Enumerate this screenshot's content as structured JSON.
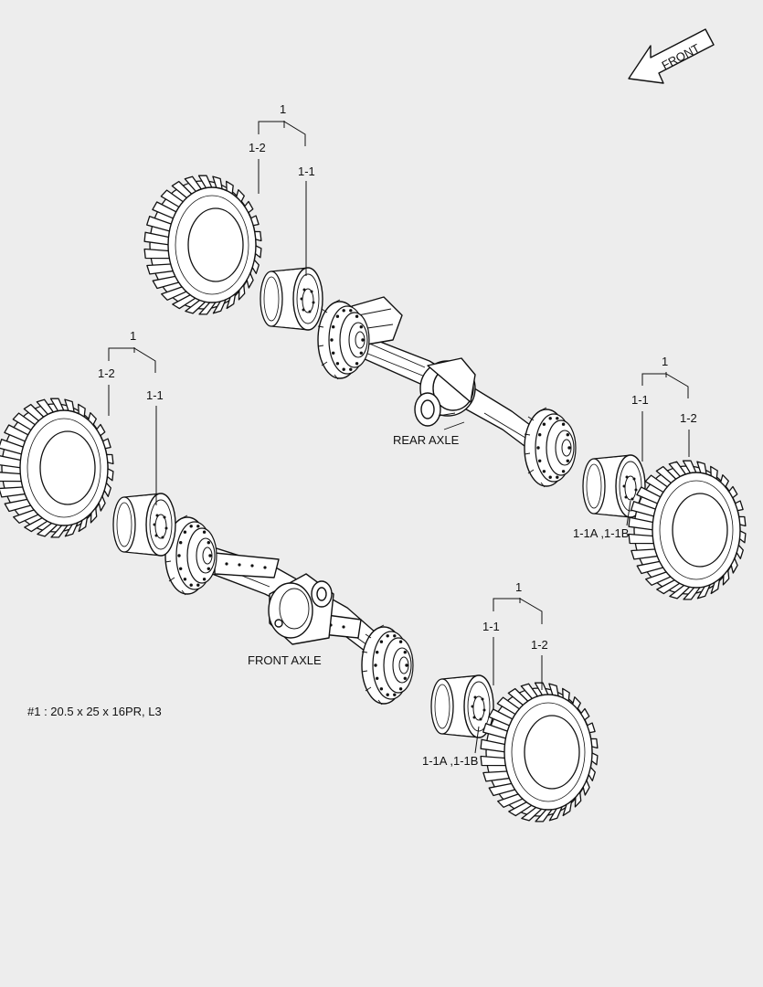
{
  "direction_indicator": {
    "text": "FRONT"
  },
  "assemblies": {
    "rear_axle": {
      "label": "REAR AXLE"
    },
    "front_axle": {
      "label": "FRONT AXLE"
    }
  },
  "callouts": {
    "rear_left": {
      "group": "1",
      "tire": "1-2",
      "rim": "1-1"
    },
    "rear_right": {
      "group": "1",
      "rim": "1-1",
      "tire": "1-2",
      "rim_parts": "1-1A ,1-1B"
    },
    "front_left": {
      "group": "1",
      "tire": "1-2",
      "rim": "1-1"
    },
    "front_right": {
      "group": "1",
      "rim": "1-1",
      "tire": "1-2",
      "rim_parts": "1-1A ,1-1B"
    }
  },
  "note": {
    "text": "#1 : 20.5 x 25 x 16PR, L3"
  },
  "colors": {
    "background": "#ededed",
    "ink": "#111111",
    "paper": "#ffffff"
  }
}
